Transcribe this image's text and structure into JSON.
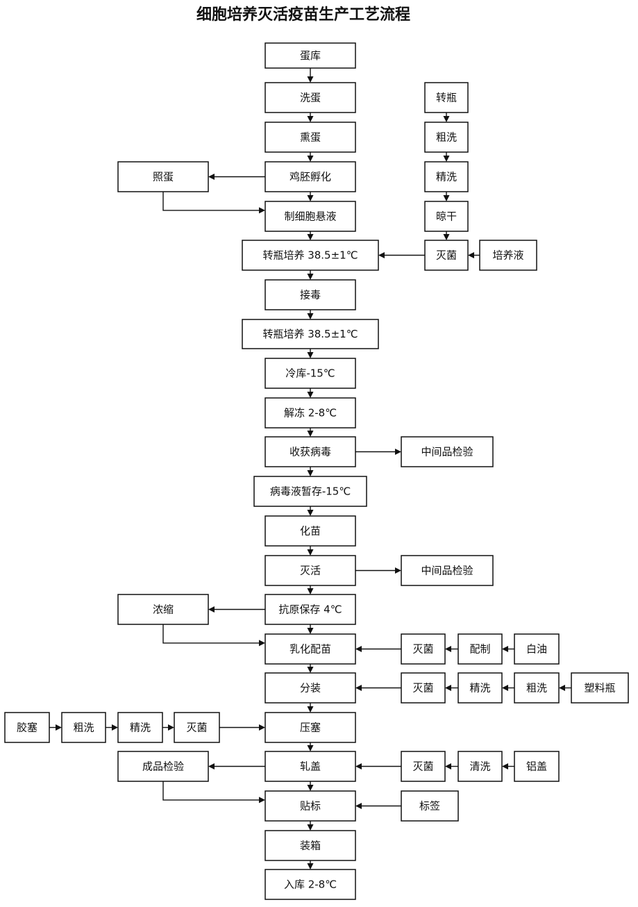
{
  "title": "细胞培养灭活疫苗生产工艺流程",
  "nodes": [
    {
      "id": "egg_store",
      "label": "蛋库"
    },
    {
      "id": "wash_egg",
      "label": "洗蛋"
    },
    {
      "id": "fumigate_egg",
      "label": "熏蛋"
    },
    {
      "id": "incubate",
      "label": "鸡胚孵化"
    },
    {
      "id": "candling",
      "label": "照蛋"
    },
    {
      "id": "cell_suspension",
      "label": "制细胞悬液"
    },
    {
      "id": "culture_1",
      "label": "转瓶培养 38.5±1℃"
    },
    {
      "id": "inoculate",
      "label": "接毒"
    },
    {
      "id": "culture_2",
      "label": "转瓶培养 38.5±1℃"
    },
    {
      "id": "cold_store",
      "label": "冷库-15℃"
    },
    {
      "id": "thaw",
      "label": "解冻 2-8℃"
    },
    {
      "id": "harvest",
      "label": "收获病毒"
    },
    {
      "id": "qc_1",
      "label": "中间品检验"
    },
    {
      "id": "temp_store",
      "label": "病毒液暂存-15℃"
    },
    {
      "id": "dissolve",
      "label": "化苗"
    },
    {
      "id": "inactivate",
      "label": "灭活"
    },
    {
      "id": "qc_2",
      "label": "中间品检验"
    },
    {
      "id": "antigen_store",
      "label": "抗原保存 4℃"
    },
    {
      "id": "concentrate",
      "label": "浓缩"
    },
    {
      "id": "emulsify",
      "label": "乳化配苗"
    },
    {
      "id": "dispense",
      "label": "分装"
    },
    {
      "id": "stopper",
      "label": "压塞"
    },
    {
      "id": "cap",
      "label": "轧盖"
    },
    {
      "id": "final_qc",
      "label": "成品检验"
    },
    {
      "id": "labeling",
      "label": "贴标"
    },
    {
      "id": "boxing",
      "label": "装箱"
    },
    {
      "id": "warehouse",
      "label": "入库 2-8℃"
    },
    {
      "id": "roller_bottle",
      "label": "转瓶"
    },
    {
      "id": "rb_rough_wash",
      "label": "粗洗"
    },
    {
      "id": "rb_fine_wash",
      "label": "精洗"
    },
    {
      "id": "rb_dry",
      "label": "晾干"
    },
    {
      "id": "rb_sterilize",
      "label": "灭菌"
    },
    {
      "id": "medium",
      "label": "培养液"
    },
    {
      "id": "oil_sterilize",
      "label": "灭菌"
    },
    {
      "id": "oil_prepare",
      "label": "配制"
    },
    {
      "id": "white_oil",
      "label": "白油"
    },
    {
      "id": "pb_sterilize",
      "label": "灭菌"
    },
    {
      "id": "pb_fine_wash",
      "label": "精洗"
    },
    {
      "id": "pb_rough_wash",
      "label": "粗洗"
    },
    {
      "id": "plastic_bottle",
      "label": "塑料瓶"
    },
    {
      "id": "rubber_stopper",
      "label": "胶塞"
    },
    {
      "id": "rs_rough_wash",
      "label": "粗洗"
    },
    {
      "id": "rs_fine_wash",
      "label": "精洗"
    },
    {
      "id": "rs_sterilize",
      "label": "灭菌"
    },
    {
      "id": "al_sterilize",
      "label": "灭菌"
    },
    {
      "id": "al_clean",
      "label": "清洗"
    },
    {
      "id": "aluminum_cap",
      "label": "铝盖"
    },
    {
      "id": "label_sticker",
      "label": "标签"
    }
  ],
  "edges": [
    {
      "from": "egg_store",
      "to": "wash_egg"
    },
    {
      "from": "wash_egg",
      "to": "fumigate_egg"
    },
    {
      "from": "fumigate_egg",
      "to": "incubate"
    },
    {
      "from": "incubate",
      "to": "candling"
    },
    {
      "from": "incubate",
      "to": "cell_suspension"
    },
    {
      "from": "candling",
      "to": "cell_suspension"
    },
    {
      "from": "cell_suspension",
      "to": "culture_1"
    },
    {
      "from": "roller_bottle",
      "to": "rb_rough_wash"
    },
    {
      "from": "rb_rough_wash",
      "to": "rb_fine_wash"
    },
    {
      "from": "rb_fine_wash",
      "to": "rb_dry"
    },
    {
      "from": "rb_dry",
      "to": "rb_sterilize"
    },
    {
      "from": "medium",
      "to": "rb_sterilize"
    },
    {
      "from": "rb_sterilize",
      "to": "culture_1"
    },
    {
      "from": "culture_1",
      "to": "inoculate"
    },
    {
      "from": "inoculate",
      "to": "culture_2"
    },
    {
      "from": "culture_2",
      "to": "cold_store"
    },
    {
      "from": "cold_store",
      "to": "thaw"
    },
    {
      "from": "thaw",
      "to": "harvest"
    },
    {
      "from": "harvest",
      "to": "qc_1"
    },
    {
      "from": "harvest",
      "to": "temp_store"
    },
    {
      "from": "temp_store",
      "to": "dissolve"
    },
    {
      "from": "dissolve",
      "to": "inactivate"
    },
    {
      "from": "inactivate",
      "to": "qc_2"
    },
    {
      "from": "inactivate",
      "to": "antigen_store"
    },
    {
      "from": "antigen_store",
      "to": "concentrate"
    },
    {
      "from": "antigen_store",
      "to": "emulsify"
    },
    {
      "from": "concentrate",
      "to": "emulsify"
    },
    {
      "from": "white_oil",
      "to": "oil_prepare"
    },
    {
      "from": "oil_prepare",
      "to": "oil_sterilize"
    },
    {
      "from": "oil_sterilize",
      "to": "emulsify"
    },
    {
      "from": "emulsify",
      "to": "dispense"
    },
    {
      "from": "plastic_bottle",
      "to": "pb_rough_wash"
    },
    {
      "from": "pb_rough_wash",
      "to": "pb_fine_wash"
    },
    {
      "from": "pb_fine_wash",
      "to": "pb_sterilize"
    },
    {
      "from": "pb_sterilize",
      "to": "dispense"
    },
    {
      "from": "dispense",
      "to": "stopper"
    },
    {
      "from": "rubber_stopper",
      "to": "rs_rough_wash"
    },
    {
      "from": "rs_rough_wash",
      "to": "rs_fine_wash"
    },
    {
      "from": "rs_fine_wash",
      "to": "rs_sterilize"
    },
    {
      "from": "rs_sterilize",
      "to": "stopper"
    },
    {
      "from": "stopper",
      "to": "cap"
    },
    {
      "from": "aluminum_cap",
      "to": "al_clean"
    },
    {
      "from": "al_clean",
      "to": "al_sterilize"
    },
    {
      "from": "al_sterilize",
      "to": "cap"
    },
    {
      "from": "cap",
      "to": "final_qc"
    },
    {
      "from": "cap",
      "to": "labeling"
    },
    {
      "from": "final_qc",
      "to": "labeling"
    },
    {
      "from": "label_sticker",
      "to": "labeling"
    },
    {
      "from": "labeling",
      "to": "boxing"
    },
    {
      "from": "boxing",
      "to": "warehouse"
    }
  ]
}
